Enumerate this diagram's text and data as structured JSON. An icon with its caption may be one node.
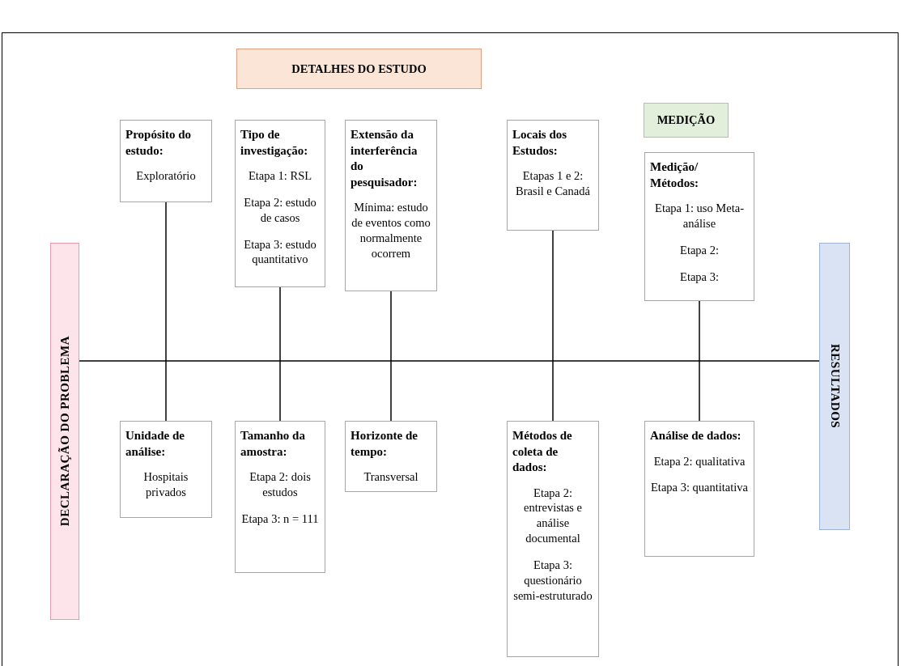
{
  "diagram": {
    "nodes": [
      {
        "text": [
          "DETALHES DO ESTUDO"
        ]
      },
      {
        "text": [
          "MEDIÇÃO"
        ]
      },
      {
        "text": [
          "DECLARAÇÃO DO PROBLEMA"
        ]
      },
      {
        "text": [
          "RESULTADOS"
        ]
      },
      {
        "text": [
          "Propósito do estudo:",
          "Exploratório"
        ]
      },
      {
        "text": [
          "Tipo de investigação:",
          "Etapa 1: RSL",
          "Etapa 2: estudo de casos",
          "Etapa 3: estudo quantitativo"
        ]
      },
      {
        "text": [
          "Extensão da interferência do pesquisador:",
          "Mínima: estudo de eventos como normalmente ocorrem"
        ]
      },
      {
        "text": [
          "Locais dos Estudos:",
          "Etapas 1 e 2: Brasil e Canadá"
        ]
      },
      {
        "text": [
          "Medição/ Métodos:",
          "Etapa 1: uso Meta-análise",
          "Etapa 2:",
          "Etapa 3:"
        ]
      },
      {
        "text": [
          "Unidade de análise:",
          "Hospitais privados"
        ]
      },
      {
        "text": [
          "Tamanho da amostra:",
          "Etapa 2: dois estudos",
          "Etapa 3: n = 111"
        ]
      },
      {
        "text": [
          "Horizonte de tempo:",
          "Transversal"
        ]
      },
      {
        "text": [
          "Métodos de coleta de dados:",
          "Etapa 2: entrevistas e análise documental",
          "Etapa 3: questionário semi-estruturado"
        ]
      },
      {
        "text": [
          "Análise de dados:",
          "Etapa 2: qualitativa",
          "Etapa 3: quantitativa"
        ]
      }
    ],
    "edges": [
      {
        "from": 2,
        "to": 3,
        "arrow": "none"
      },
      {
        "from": 4,
        "to": null,
        "arrow": "none"
      },
      {
        "from": 5,
        "to": null,
        "arrow": "none"
      },
      {
        "from": 6,
        "to": null,
        "arrow": "none"
      },
      {
        "from": 7,
        "to": null,
        "arrow": "none"
      },
      {
        "from": 8,
        "to": null,
        "arrow": "none"
      },
      {
        "from": 9,
        "to": null,
        "arrow": "none"
      },
      {
        "from": 10,
        "to": null,
        "arrow": "none"
      },
      {
        "from": 11,
        "to": null,
        "arrow": "none"
      },
      {
        "from": 12,
        "to": null,
        "arrow": "none"
      },
      {
        "from": 13,
        "to": null,
        "arrow": "none"
      }
    ]
  }
}
